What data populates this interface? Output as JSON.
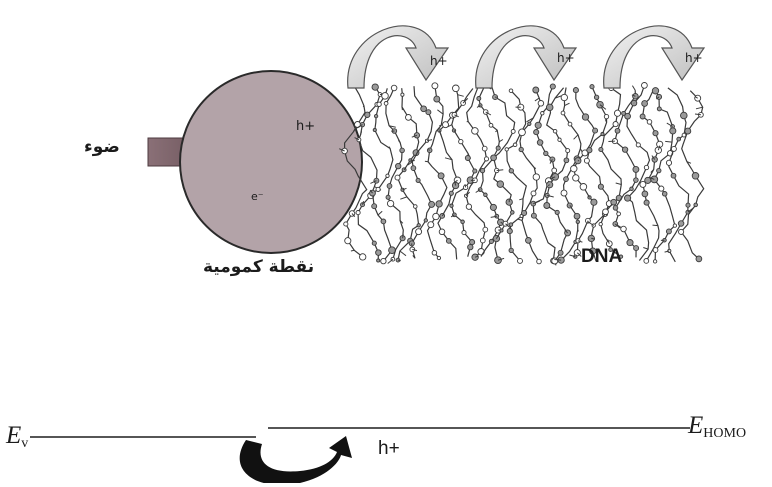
{
  "labels": {
    "light": "ضوء",
    "quantum_dot": "نقطة كمومية",
    "dna": "DNA",
    "hole_in_dot": "h+",
    "electron": "e⁻",
    "hop_holes": [
      "h+",
      "h+",
      "h+"
    ],
    "hole_transfer": "h+",
    "ev_symbol": "E",
    "ev_sub": "v",
    "ehomo_symbol": "E",
    "ehomo_sub": "HOMO"
  },
  "colors": {
    "dot_fill": "#b3a3a8",
    "light_arrow": "#7a6066",
    "hop_arrow": "#d6d6d6",
    "dna_ink": "#3a3a3a",
    "level_line": "#1f1f1f"
  }
}
